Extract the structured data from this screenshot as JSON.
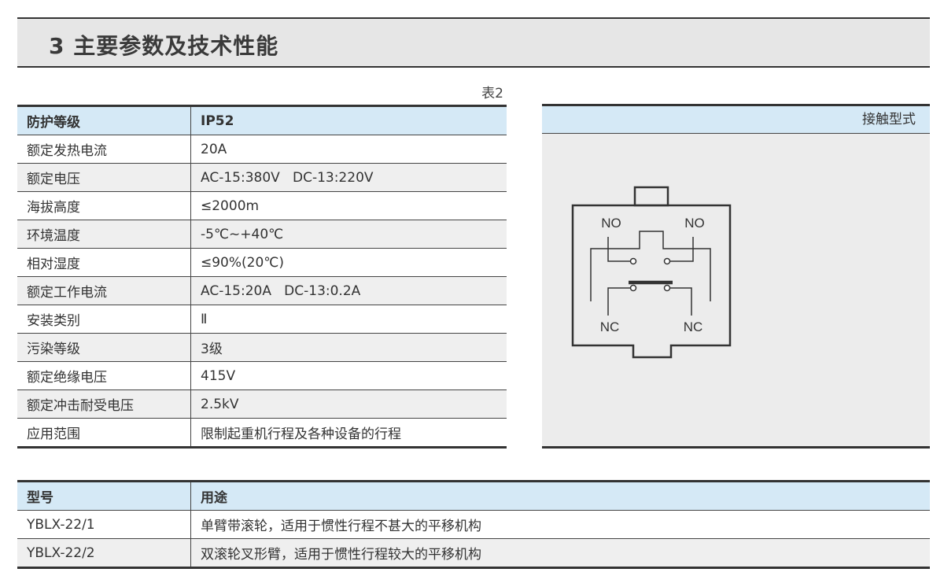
{
  "header": {
    "title": "3 主要参数及技术性能"
  },
  "table_caption": "表2",
  "params": {
    "header": {
      "key": "防护等级",
      "value": "IP52"
    },
    "rows": [
      {
        "key": "额定发热电流",
        "value": "20A"
      },
      {
        "key": "额定电压",
        "value": "AC-15:380V   DC-13:220V"
      },
      {
        "key": "海拔高度",
        "value": "≤2000m"
      },
      {
        "key": "环境温度",
        "value": "-5℃~+40℃"
      },
      {
        "key": "相对湿度",
        "value": "≤90%(20℃)"
      },
      {
        "key": "额定工作电流",
        "value": "AC-15:20A   DC-13:0.2A"
      },
      {
        "key": "安装类别",
        "value": "Ⅱ"
      },
      {
        "key": "污染等级",
        "value": "3级"
      },
      {
        "key": "额定绝缘电压",
        "value": "415V"
      },
      {
        "key": "额定冲击耐受电压",
        "value": "2.5kV"
      },
      {
        "key": "应用范围",
        "value": "限制起重机行程及各种设备的行程"
      }
    ]
  },
  "contact_form": {
    "title": "接触型式",
    "labels": {
      "no_left": "NO",
      "no_right": "NO",
      "nc_left": "NC",
      "nc_right": "NC"
    }
  },
  "models": {
    "header": {
      "key": "型号",
      "value": "用途"
    },
    "rows": [
      {
        "key": "YBLX-22/1",
        "value": "单臂带滚轮，适用于惯性行程不甚大的平移机构"
      },
      {
        "key": "YBLX-22/2",
        "value": "双滚轮叉形臂，适用于惯性行程较大的平移机构"
      }
    ]
  },
  "colors": {
    "header_bg": "#e6e6e6",
    "table_head_bg": "#d5e9f6",
    "row_alt_bg": "#efefef",
    "rule": "#333333"
  }
}
